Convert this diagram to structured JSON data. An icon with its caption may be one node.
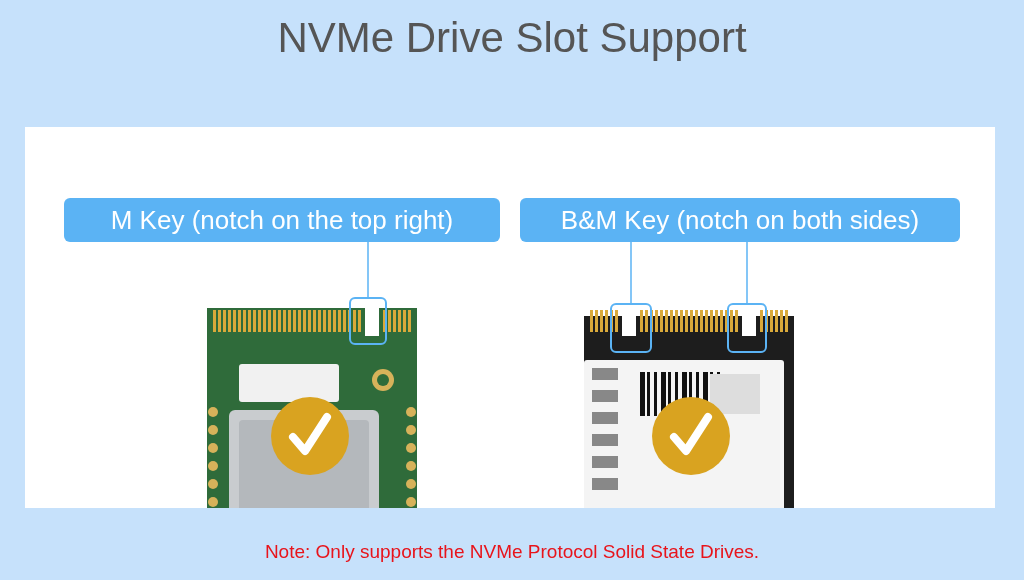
{
  "diagram": {
    "title": "NVMe Drive Slot Support",
    "nodes": [
      {
        "text": [
          "M Key (notch on the top right)"
        ]
      },
      {
        "text": [],
        "shape": "box"
      },
      {
        "text": [
          "B&M Key (notch on both sides)"
        ]
      },
      {
        "text": [],
        "shape": "box"
      },
      {
        "text": [],
        "shape": "box"
      }
    ],
    "edges": [
      {
        "from": 0,
        "to": 1,
        "arrow": "none"
      },
      {
        "from": 2,
        "to": 3,
        "arrow": "none"
      },
      {
        "from": 2,
        "to": 4,
        "arrow": "none"
      }
    ],
    "labels": [
      "Note: Only supports the NVMe Protocol Solid State Drives."
    ]
  }
}
